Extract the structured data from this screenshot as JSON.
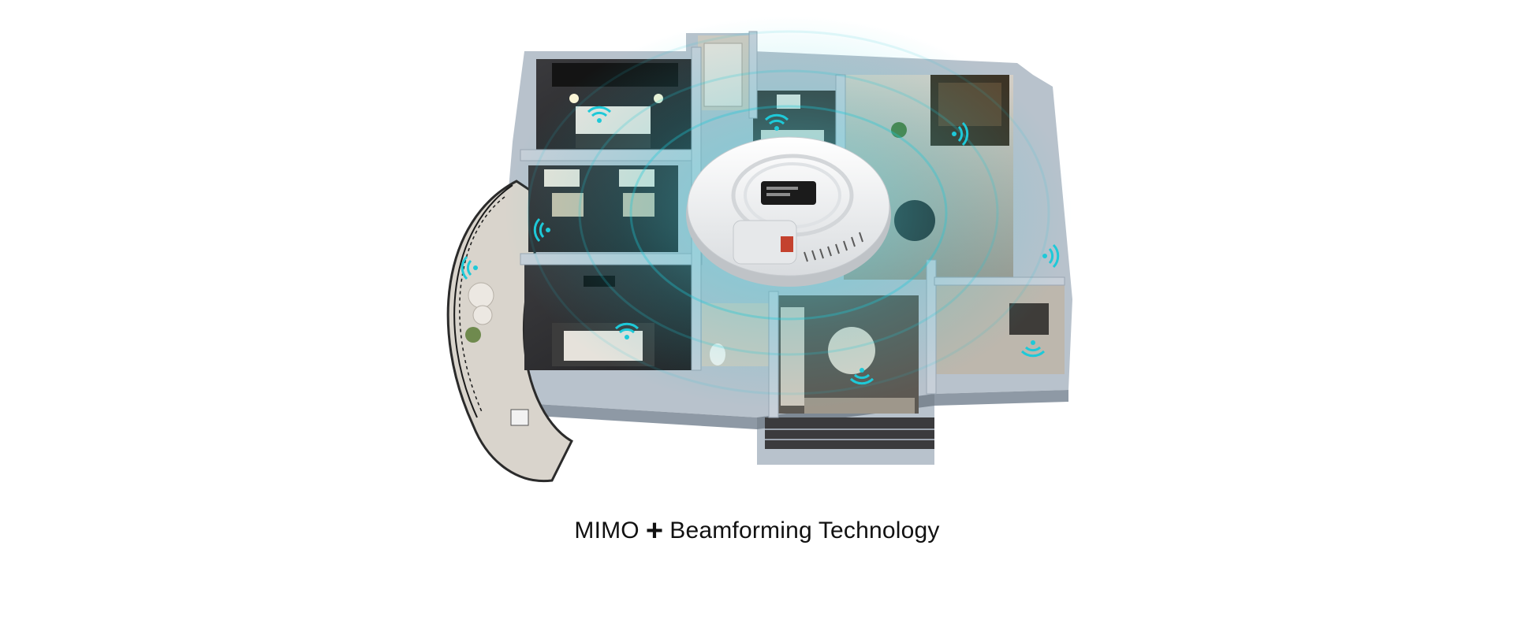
{
  "caption": {
    "part1": "MIMO",
    "plus": "+",
    "part2": "Beamforming Technology"
  },
  "colors": {
    "background": "#ffffff",
    "signal": "#1ec9d8",
    "signal_glow": "#5fe0ea",
    "wall_top": "#c9d1da",
    "wall_side": "#9aa6b2",
    "floor_dark": "#2a2a2c",
    "floor_light": "#b9b3aa",
    "device_body": "#f4f5f6",
    "device_label": "#1b1b1b"
  },
  "icons": [
    "wifi-icon",
    "access-point-device",
    "floor-plan-illustration"
  ]
}
